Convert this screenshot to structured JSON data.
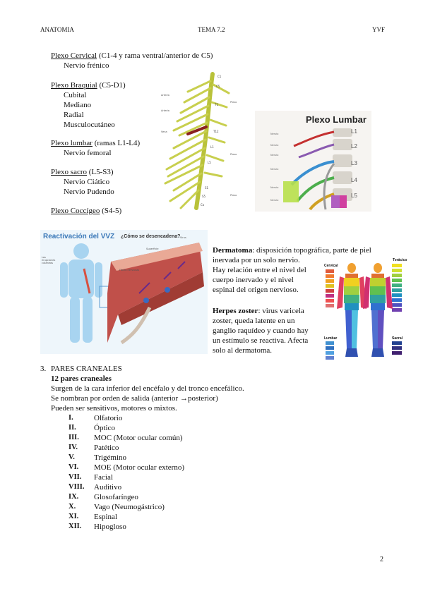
{
  "header": {
    "left": "ANATOMIA",
    "center": "TEMA 7.2",
    "right": "YVF"
  },
  "plexos": [
    {
      "name": "Plexo Cervical",
      "detail": " (C1-4 y rama ventral/anterior de C5)",
      "nerves": [
        "Nervio frénico"
      ]
    },
    {
      "name": "Plexo Braquial",
      "detail": " (C5-D1)",
      "nerves": [
        "Cubital",
        "Mediano",
        "Radial",
        "Musculocutáneo"
      ]
    },
    {
      "name": "Plexo lumbar",
      "detail": " (ramas L1-L4)",
      "nerves": [
        "Nervio femoral"
      ]
    },
    {
      "name": "Plexo sacro",
      "detail": " (L5-S3)",
      "nerves": [
        "Nervio Ciático",
        "Nervio Pudendo"
      ]
    },
    {
      "name": "Plexo Coccígeo",
      "detail": " (S4-5)",
      "nerves": []
    }
  ],
  "figures": {
    "lumbar_title": "Plexo Lumbar",
    "lumbar_levels": [
      "L1",
      "L2",
      "L3",
      "L4",
      "L5"
    ],
    "vvz_title": "Reactivación del VVZ",
    "vvz_subtitle": "¿Cómo se desencadena?",
    "derm_labels": {
      "cervical": "Cervical",
      "toracic": "Torácico",
      "lumbar": "Lumbar",
      "sacral": "Sacral"
    }
  },
  "dermatoma": {
    "term": "Dermatoma",
    "lines": [
      ": disposición topográfica, parte de piel",
      "inervada por un solo nervio.",
      "Hay relación entre el nivel del",
      "cuerpo inervado y el nivel",
      "espinal del origen nervioso."
    ]
  },
  "herpes": {
    "term": "Herpes zoster",
    "lines": [
      ": virus varicela",
      "zoster, queda latente en un",
      "ganglio raquídeo y cuando hay",
      "un estímulo se reactiva. Afecta",
      "solo al dermatoma."
    ]
  },
  "section": {
    "number": "3.",
    "title": "PARES CRANEALES",
    "subtitle": "12 pares craneales",
    "lines": [
      "Surgen de la cara inferior del encéfalo y del tronco encefálico.",
      "Se nombran por orden de salida (anterior →posterior)",
      "Pueden ser sensitivos, motores o mixtos."
    ],
    "nerves": [
      {
        "num": "I.",
        "name": "Olfatorio"
      },
      {
        "num": "II.",
        "name": "Óptico"
      },
      {
        "num": "III.",
        "name": "MOC (Motor ocular común)"
      },
      {
        "num": "IV.",
        "name": "Patético"
      },
      {
        "num": "V.",
        "name": "Trigémino"
      },
      {
        "num": "VI.",
        "name": "MOE (Motor ocular externo)"
      },
      {
        "num": "VII.",
        "name": "Facial"
      },
      {
        "num": "VIII.",
        "name": "Auditivo"
      },
      {
        "num": "IX.",
        "name": "Glosofaríngeo"
      },
      {
        "num": "X.",
        "name": "Vago (Neumogástrico)"
      },
      {
        "num": "XI.",
        "name": "Espinal"
      },
      {
        "num": "XII.",
        "name": "Hipogloso"
      }
    ]
  },
  "page_number": "2"
}
